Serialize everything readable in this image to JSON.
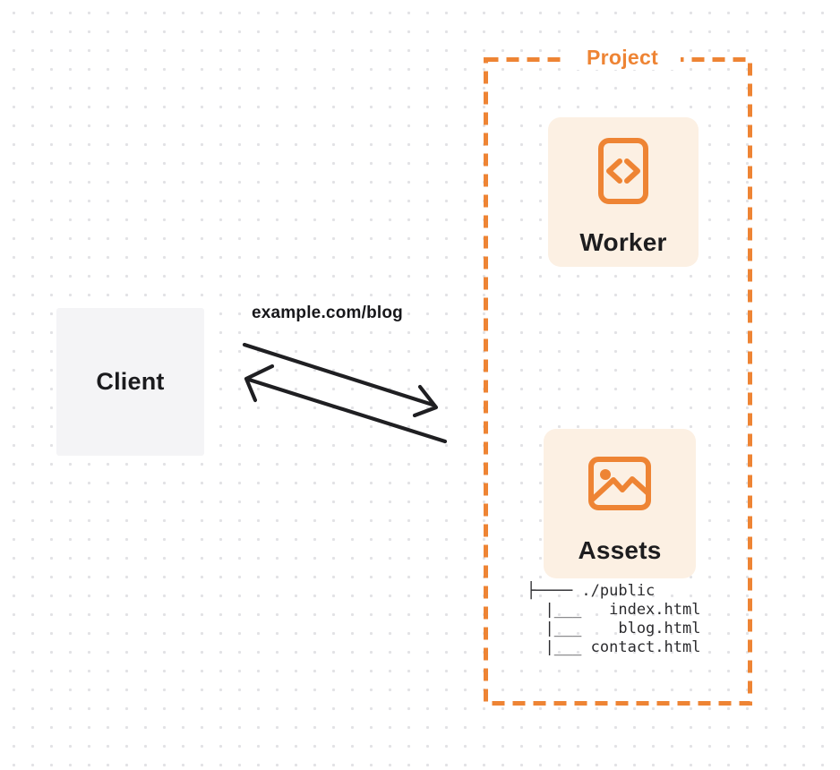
{
  "client": {
    "label": "Client"
  },
  "request": {
    "url_label": "example.com/blog"
  },
  "project": {
    "label": "Project",
    "worker_card": {
      "label": "Worker",
      "icon": "code-file-icon"
    },
    "assets_card": {
      "label": "Assets",
      "icon": "image-icon"
    },
    "file_tree": {
      "lines": [
        "├──── ./public",
        "  |___   index.html",
        "  |___    blog.html",
        "  |___ contact.html"
      ]
    }
  },
  "colors": {
    "accent_orange": "#EE8434",
    "card_background": "#FCF0E3",
    "client_background": "#F4F4F6",
    "text_dark": "#1D1D1F",
    "arrow_stroke": "#1F1F22",
    "dot_grid": "#E2E2E5"
  }
}
